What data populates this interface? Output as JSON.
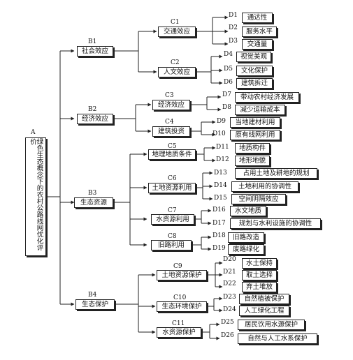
{
  "root": {
    "code": "A",
    "label": "绿色生态概念下的农村公路线网优化评价"
  },
  "b": [
    {
      "code": "B1",
      "label": "社会效应"
    },
    {
      "code": "B2",
      "label": "经济效应"
    },
    {
      "code": "B3",
      "label": "生态资源"
    },
    {
      "code": "B4",
      "label": "生态保护"
    }
  ],
  "c": [
    {
      "code": "C1",
      "label": "交通效应"
    },
    {
      "code": "C2",
      "label": "人文效应"
    },
    {
      "code": "C3",
      "label": "经济效应"
    },
    {
      "code": "C4",
      "label": "建筑投资"
    },
    {
      "code": "C5",
      "label": "地理地质条件"
    },
    {
      "code": "C6",
      "label": "土地资源利用"
    },
    {
      "code": "C7",
      "label": "水资源利用"
    },
    {
      "code": "C8",
      "label": "旧路利用"
    },
    {
      "code": "C9",
      "label": "土地资源保护"
    },
    {
      "code": "C10",
      "label": "生态环境保护"
    },
    {
      "code": "C11",
      "label": "水资源保护"
    }
  ],
  "d": [
    {
      "code": "D1",
      "label": "通达性"
    },
    {
      "code": "D2",
      "label": "服务水平"
    },
    {
      "code": "D3",
      "label": "交通量"
    },
    {
      "code": "D4",
      "label": "视觉美观"
    },
    {
      "code": "D5",
      "label": "文化保护"
    },
    {
      "code": "D6",
      "label": "建筑拆迁"
    },
    {
      "code": "D7",
      "label": "带动农村经济发展"
    },
    {
      "code": "D8",
      "label": "减少运输成本"
    },
    {
      "code": "D9",
      "label": "当地建材利用"
    },
    {
      "code": "D10",
      "label": "原有线网利用"
    },
    {
      "code": "D11",
      "label": "地质构件"
    },
    {
      "code": "D12",
      "label": "地形地貌"
    },
    {
      "code": "D13",
      "label": "占用土地及耕地的规划"
    },
    {
      "code": "D14",
      "label": "土地利用的协调性"
    },
    {
      "code": "D15",
      "label": "空间阴隔效应"
    },
    {
      "code": "D16",
      "label": "水文地质"
    },
    {
      "code": "D17",
      "label": "规划与水利设施的协调性"
    },
    {
      "code": "D18",
      "label": "旧路改造"
    },
    {
      "code": "D19",
      "label": "废路绿化"
    },
    {
      "code": "D20",
      "label": "水土保持"
    },
    {
      "code": "D21",
      "label": "取土选择"
    },
    {
      "code": "D22",
      "label": "弃土堆放"
    },
    {
      "code": "D23",
      "label": "自然植被保护"
    },
    {
      "code": "D24",
      "label": "人工绿化工程"
    },
    {
      "code": "D25",
      "label": "居民饮用水源保护"
    },
    {
      "code": "D26",
      "label": "自然与人工水系保护"
    }
  ]
}
